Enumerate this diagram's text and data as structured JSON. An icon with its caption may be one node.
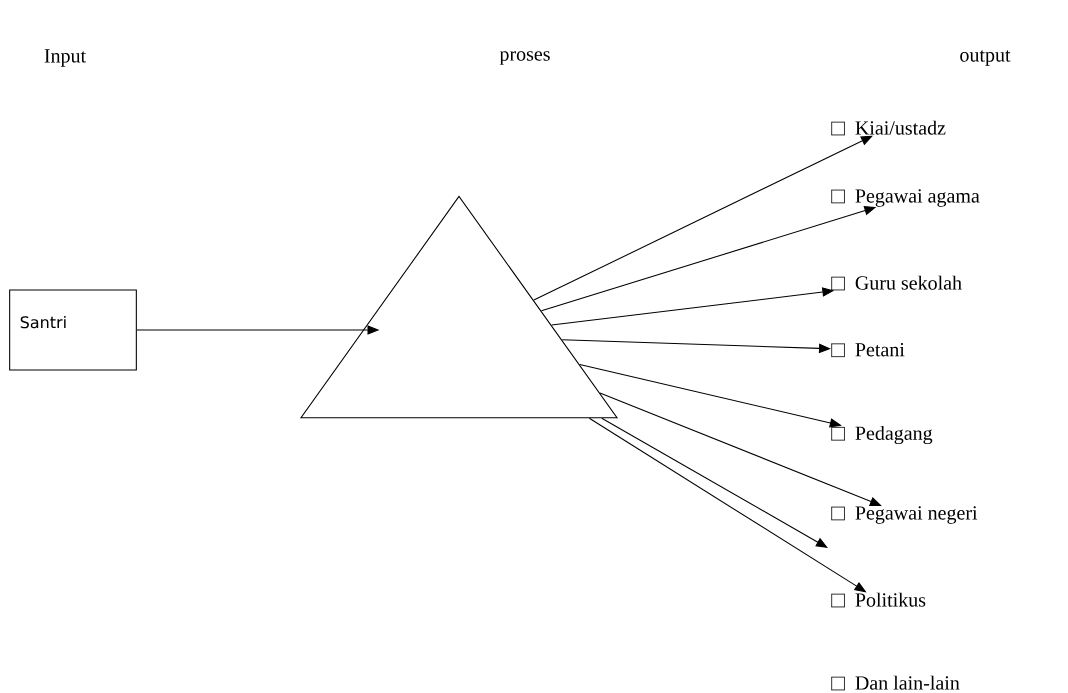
{
  "diagram": {
    "nodes": [
      {
        "text": [
          "Santri"
        ]
      },
      {
        "text": [],
        "shape": "triangle"
      },
      {
        "text": [
          "Kiai/ustadz"
        ]
      },
      {
        "text": [
          "Pegawai agama"
        ]
      },
      {
        "text": [
          "Guru sekolah"
        ]
      },
      {
        "text": [
          "Petani"
        ]
      },
      {
        "text": [
          "Pedagang"
        ]
      },
      {
        "text": [
          "Pegawai negeri"
        ]
      },
      {
        "text": [
          "Politikus"
        ]
      },
      {
        "text": [
          "Dan lain-lain"
        ]
      }
    ],
    "edges": [
      {
        "from": 0,
        "to": 1,
        "arrow": "to"
      },
      {
        "from": 1,
        "to": 2,
        "arrow": "to"
      },
      {
        "from": 1,
        "to": 3,
        "arrow": "to"
      },
      {
        "from": 1,
        "to": 4,
        "arrow": "to"
      },
      {
        "from": 1,
        "to": 5,
        "arrow": "to"
      },
      {
        "from": 1,
        "to": 6,
        "arrow": "to"
      },
      {
        "from": 1,
        "to": 7,
        "arrow": "to"
      },
      {
        "from": 1,
        "to": null,
        "arrow": "to"
      },
      {
        "from": 1,
        "to": 8,
        "arrow": "to"
      }
    ],
    "labels": [
      "Input",
      "proses",
      "output"
    ]
  }
}
